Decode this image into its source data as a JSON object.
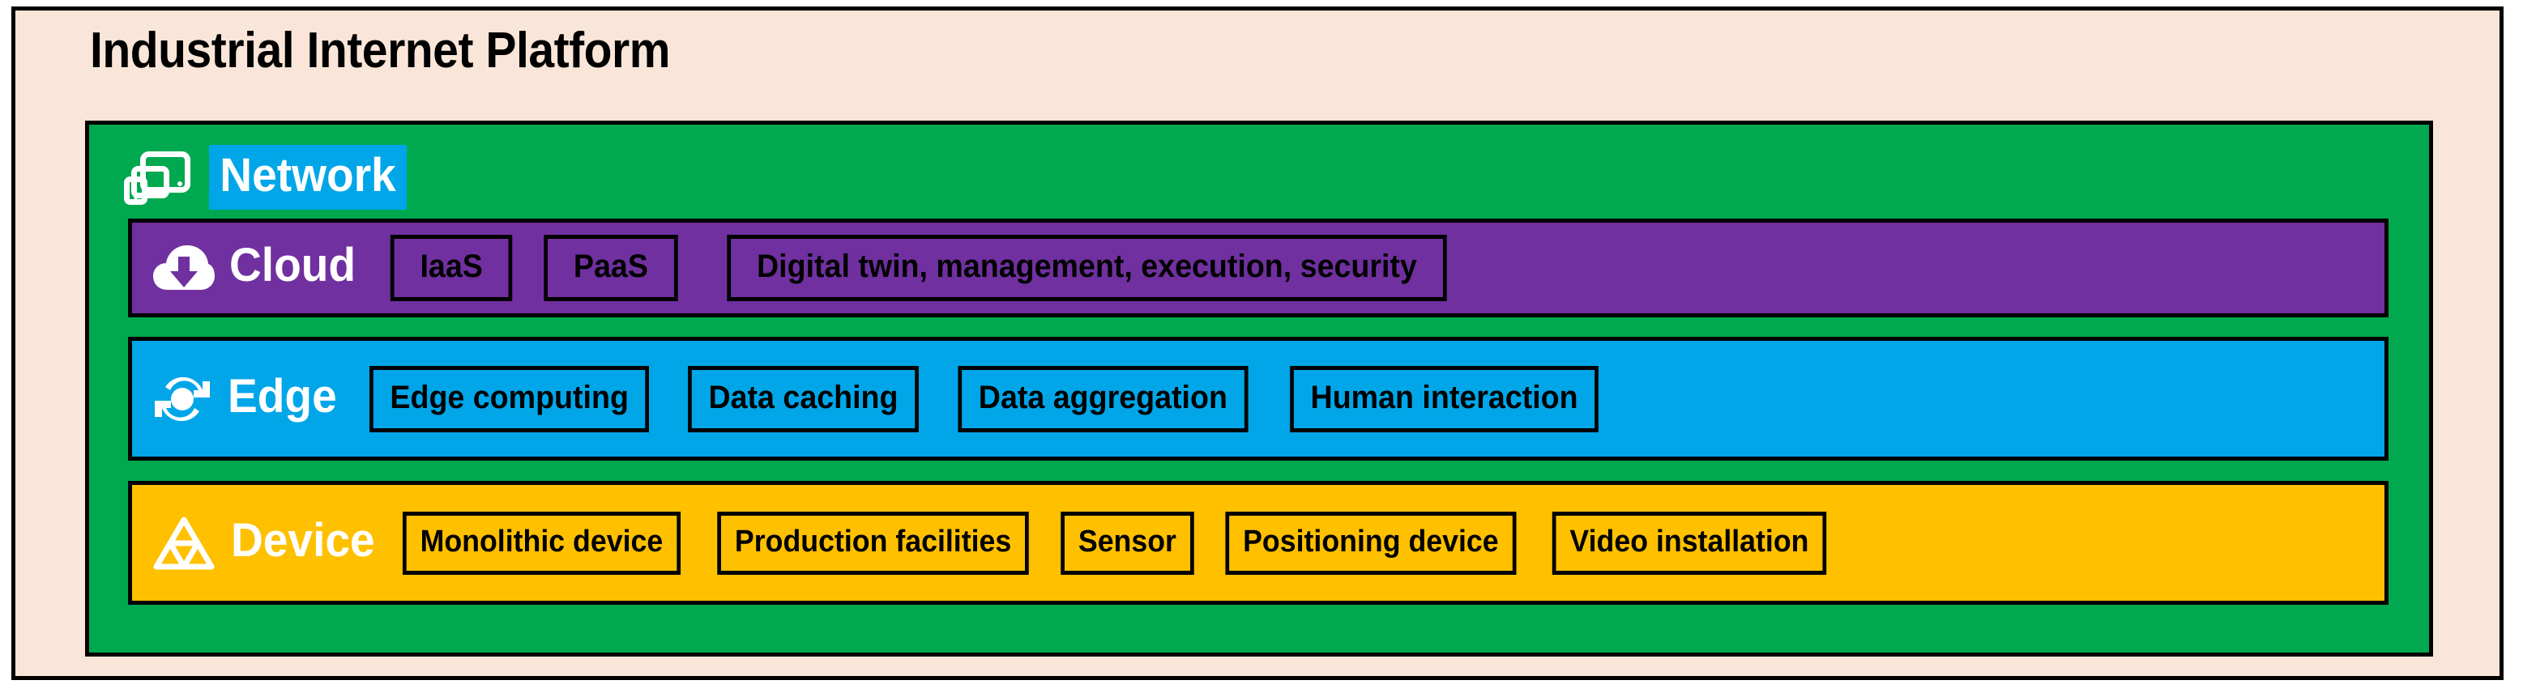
{
  "diagram": {
    "title": "Industrial Internet Platform",
    "background_color": "#fae6d9",
    "border_color": "#000000"
  },
  "network_layer": {
    "name": "Network",
    "icon": "devices-icon",
    "band_color": "#00a94f",
    "label_highlight_color": "#00a6e8",
    "label_text_color": "#ffffff"
  },
  "layers": [
    {
      "name": "Cloud",
      "icon": "cloud-download-icon",
      "color": "#7030a0",
      "chips": [
        {
          "label": "IaaS"
        },
        {
          "label": "PaaS"
        },
        {
          "label": "Digital twin, management, execution, security"
        }
      ]
    },
    {
      "name": "Edge",
      "icon": "hub-node-icon",
      "color": "#00a6e8",
      "chips": [
        {
          "label": "Edge computing"
        },
        {
          "label": "Data caching"
        },
        {
          "label": "Data aggregation"
        },
        {
          "label": "Human interaction"
        }
      ]
    },
    {
      "name": "Device",
      "icon": "triangle-mesh-icon",
      "color": "#ffc000",
      "chips": [
        {
          "label": "Monolithic device"
        },
        {
          "label": "Production facilities"
        },
        {
          "label": "Sensor"
        },
        {
          "label": "Positioning device"
        },
        {
          "label": "Video installation"
        }
      ]
    }
  ]
}
